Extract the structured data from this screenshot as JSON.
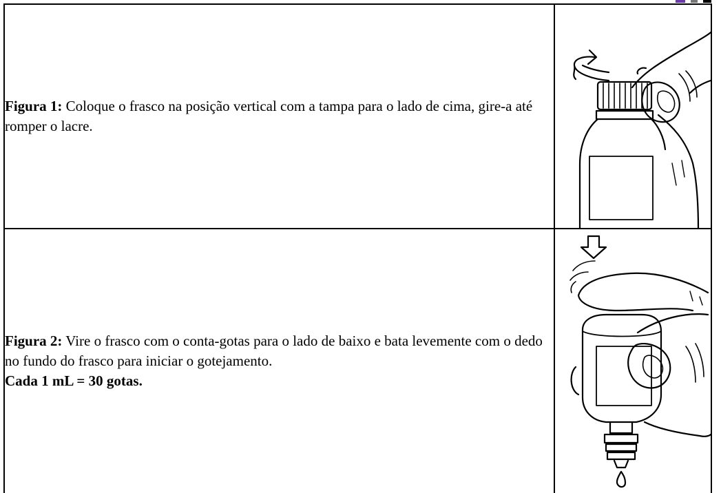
{
  "steps": [
    {
      "label": "Figura 1:",
      "text": " Coloque o frasco na posição vertical com a tampa para o lado de cima, gire-a até romper o lacre.",
      "icon": "bottle-cap-twist-illustration"
    },
    {
      "label": "Figura 2:",
      "text": " Vire o frasco com o conta-gotas para o lado de baixo e bata levemente com o dedo no fundo do frasco para iniciar o gotejamento.",
      "note": "Cada 1 mL = 30 gotas.",
      "icon": "bottle-tap-drop-illustration"
    }
  ],
  "colors": {
    "border": "#000000",
    "accent": "#6a3aa8"
  }
}
